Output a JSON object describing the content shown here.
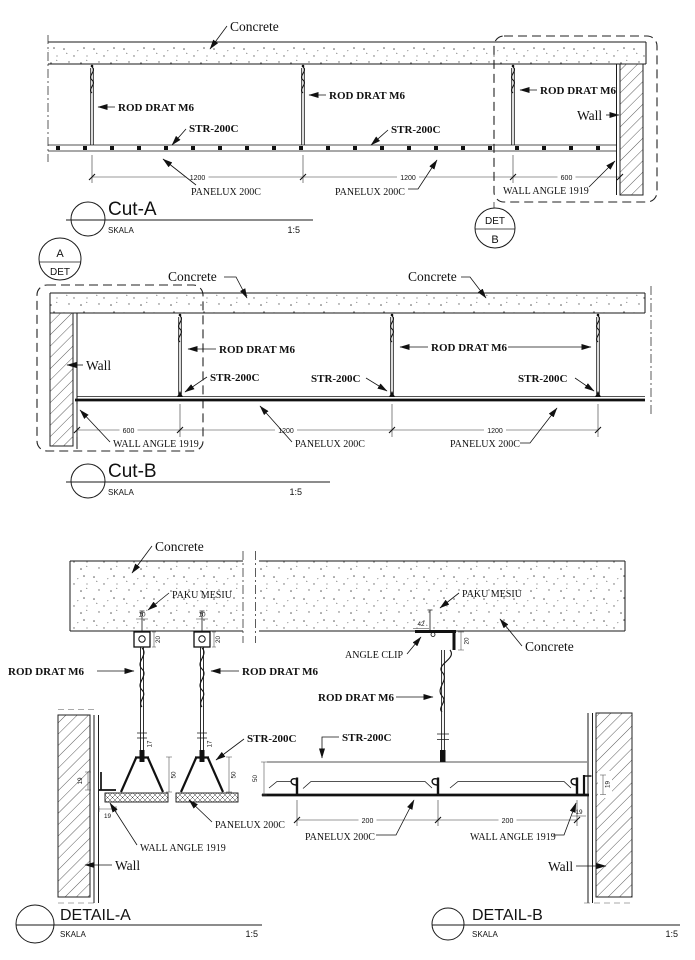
{
  "cut_a": {
    "title": "Cut-A",
    "scale_label": "SKALA",
    "scale_value": "1:5",
    "detail_ref": {
      "line1": "DET",
      "line2": "B"
    },
    "labels": {
      "concrete": "Concrete",
      "rod_1": "ROD DRAT M6",
      "rod_2": "ROD DRAT M6",
      "rod_3": "ROD DRAT M6",
      "str_1": "STR-200C",
      "str_2": "STR-200C",
      "wall": "Wall",
      "panelux_1": "PANELUX 200C",
      "panelux_2": "PANELUX 200C",
      "wall_angle": "WALL ANGLE 1919"
    },
    "dims": {
      "d1": "1200",
      "d2": "1200",
      "d3": "600"
    }
  },
  "cut_b": {
    "title": "Cut-B",
    "scale_label": "SKALA",
    "scale_value": "1:5",
    "detail_ref": {
      "line1": "A",
      "line2": "DET"
    },
    "labels": {
      "concrete_1": "Concrete",
      "concrete_2": "Concrete",
      "wall": "Wall",
      "rod_1": "ROD DRAT M6",
      "rod_2": "ROD DRAT M6",
      "str_1": "STR-200C",
      "str_2": "STR-200C",
      "str_3": "STR-200C",
      "wall_angle": "WALL ANGLE 1919",
      "panelux_1": "PANELUX 200C",
      "panelux_2": "PANELUX 200C"
    },
    "dims": {
      "d1": "600",
      "d2": "1200",
      "d3": "1200"
    }
  },
  "detail_a": {
    "title": "DETAIL-A",
    "scale_label": "SKALA",
    "scale_value": "1:5",
    "labels": {
      "concrete": "Concrete",
      "paku_mesiu": "PAKU MESIU",
      "rod_1": "ROD DRAT M6",
      "rod_2": "ROD DRAT M6",
      "str": "STR-200C",
      "panelux": "PANELUX 200C",
      "wall_angle": "WALL ANGLE 1919",
      "wall": "Wall"
    },
    "dims": {
      "anchor_width": "10",
      "anchor_height": "20",
      "rod_gap": "17",
      "hanger_height": "50",
      "angle_height": "19",
      "angle_width": "19"
    }
  },
  "detail_b": {
    "title": "DETAIL-B",
    "scale_label": "SKALA",
    "scale_value": "1:5",
    "labels": {
      "paku_mesiu": "PAKU MESIU",
      "concrete": "Concrete",
      "angle_clip": "ANGLE CLIP",
      "rod": "ROD DRAT M6",
      "str": "STR-200C",
      "panelux": "PANELUX 200C",
      "wall_angle": "WALL ANGLE 1919",
      "wall": "Wall"
    },
    "dims": {
      "clip_width": "42",
      "clip_drop": "20",
      "str_height": "50",
      "angle_height": "19",
      "angle_width": "19",
      "spacing_1": "200",
      "spacing_2": "200"
    }
  }
}
